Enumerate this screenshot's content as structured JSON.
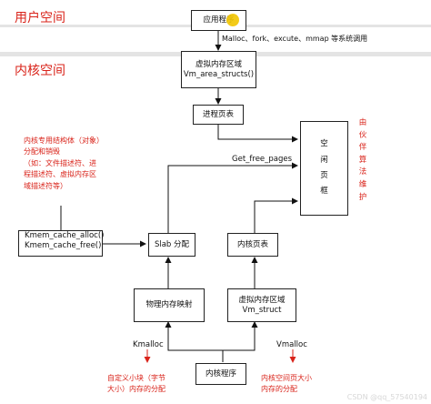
{
  "sections": {
    "user_space": "用户空间",
    "kernel_space": "内核空间"
  },
  "boxes": {
    "app": "应用程序",
    "vm_area_line1": "虚拟内存区域",
    "vm_area_line2": "Vm_area_structs()",
    "process_page_table": "进程页表",
    "phys_mem_chars": [
      "空",
      "闲",
      "页",
      "框"
    ],
    "kmem_line1": "Kmem_cache_alloc()",
    "kmem_line2": "Kmem_cache_free()",
    "slab": "Slab 分配",
    "kernel_page_table": "内核页表",
    "phys_mapping": "物理内存映射",
    "vm_struct_line1": "虚拟内存区域",
    "vm_struct_line2": "Vm_struct",
    "kernel_program": "内核程序"
  },
  "labels": {
    "syscalls": "Malloc、fork、excute、mmap 等系统调用",
    "get_free_pages": "Get_free_pages",
    "kmalloc": "Kmalloc",
    "vmalloc": "Vmalloc"
  },
  "annotations": {
    "slab_note": [
      "内核专用结构体（对象）",
      "分配和销毁",
      "（如：文件描述符、进",
      "程描述符、虚拟内存区",
      "域描述符等）"
    ],
    "buddy_chars": [
      "由",
      "伙",
      "伴",
      "算",
      "法",
      "维",
      "护"
    ],
    "kmalloc_note": [
      "自定义小块（字节",
      "大小）内存的分配"
    ],
    "vmalloc_note": [
      "内核空间页大小",
      "内存的分配"
    ]
  },
  "watermark": "CSDN @qq_57540194",
  "colors": {
    "accent": "#d9231a",
    "band": "#e2e2e2",
    "cursor": "#f2c500"
  }
}
